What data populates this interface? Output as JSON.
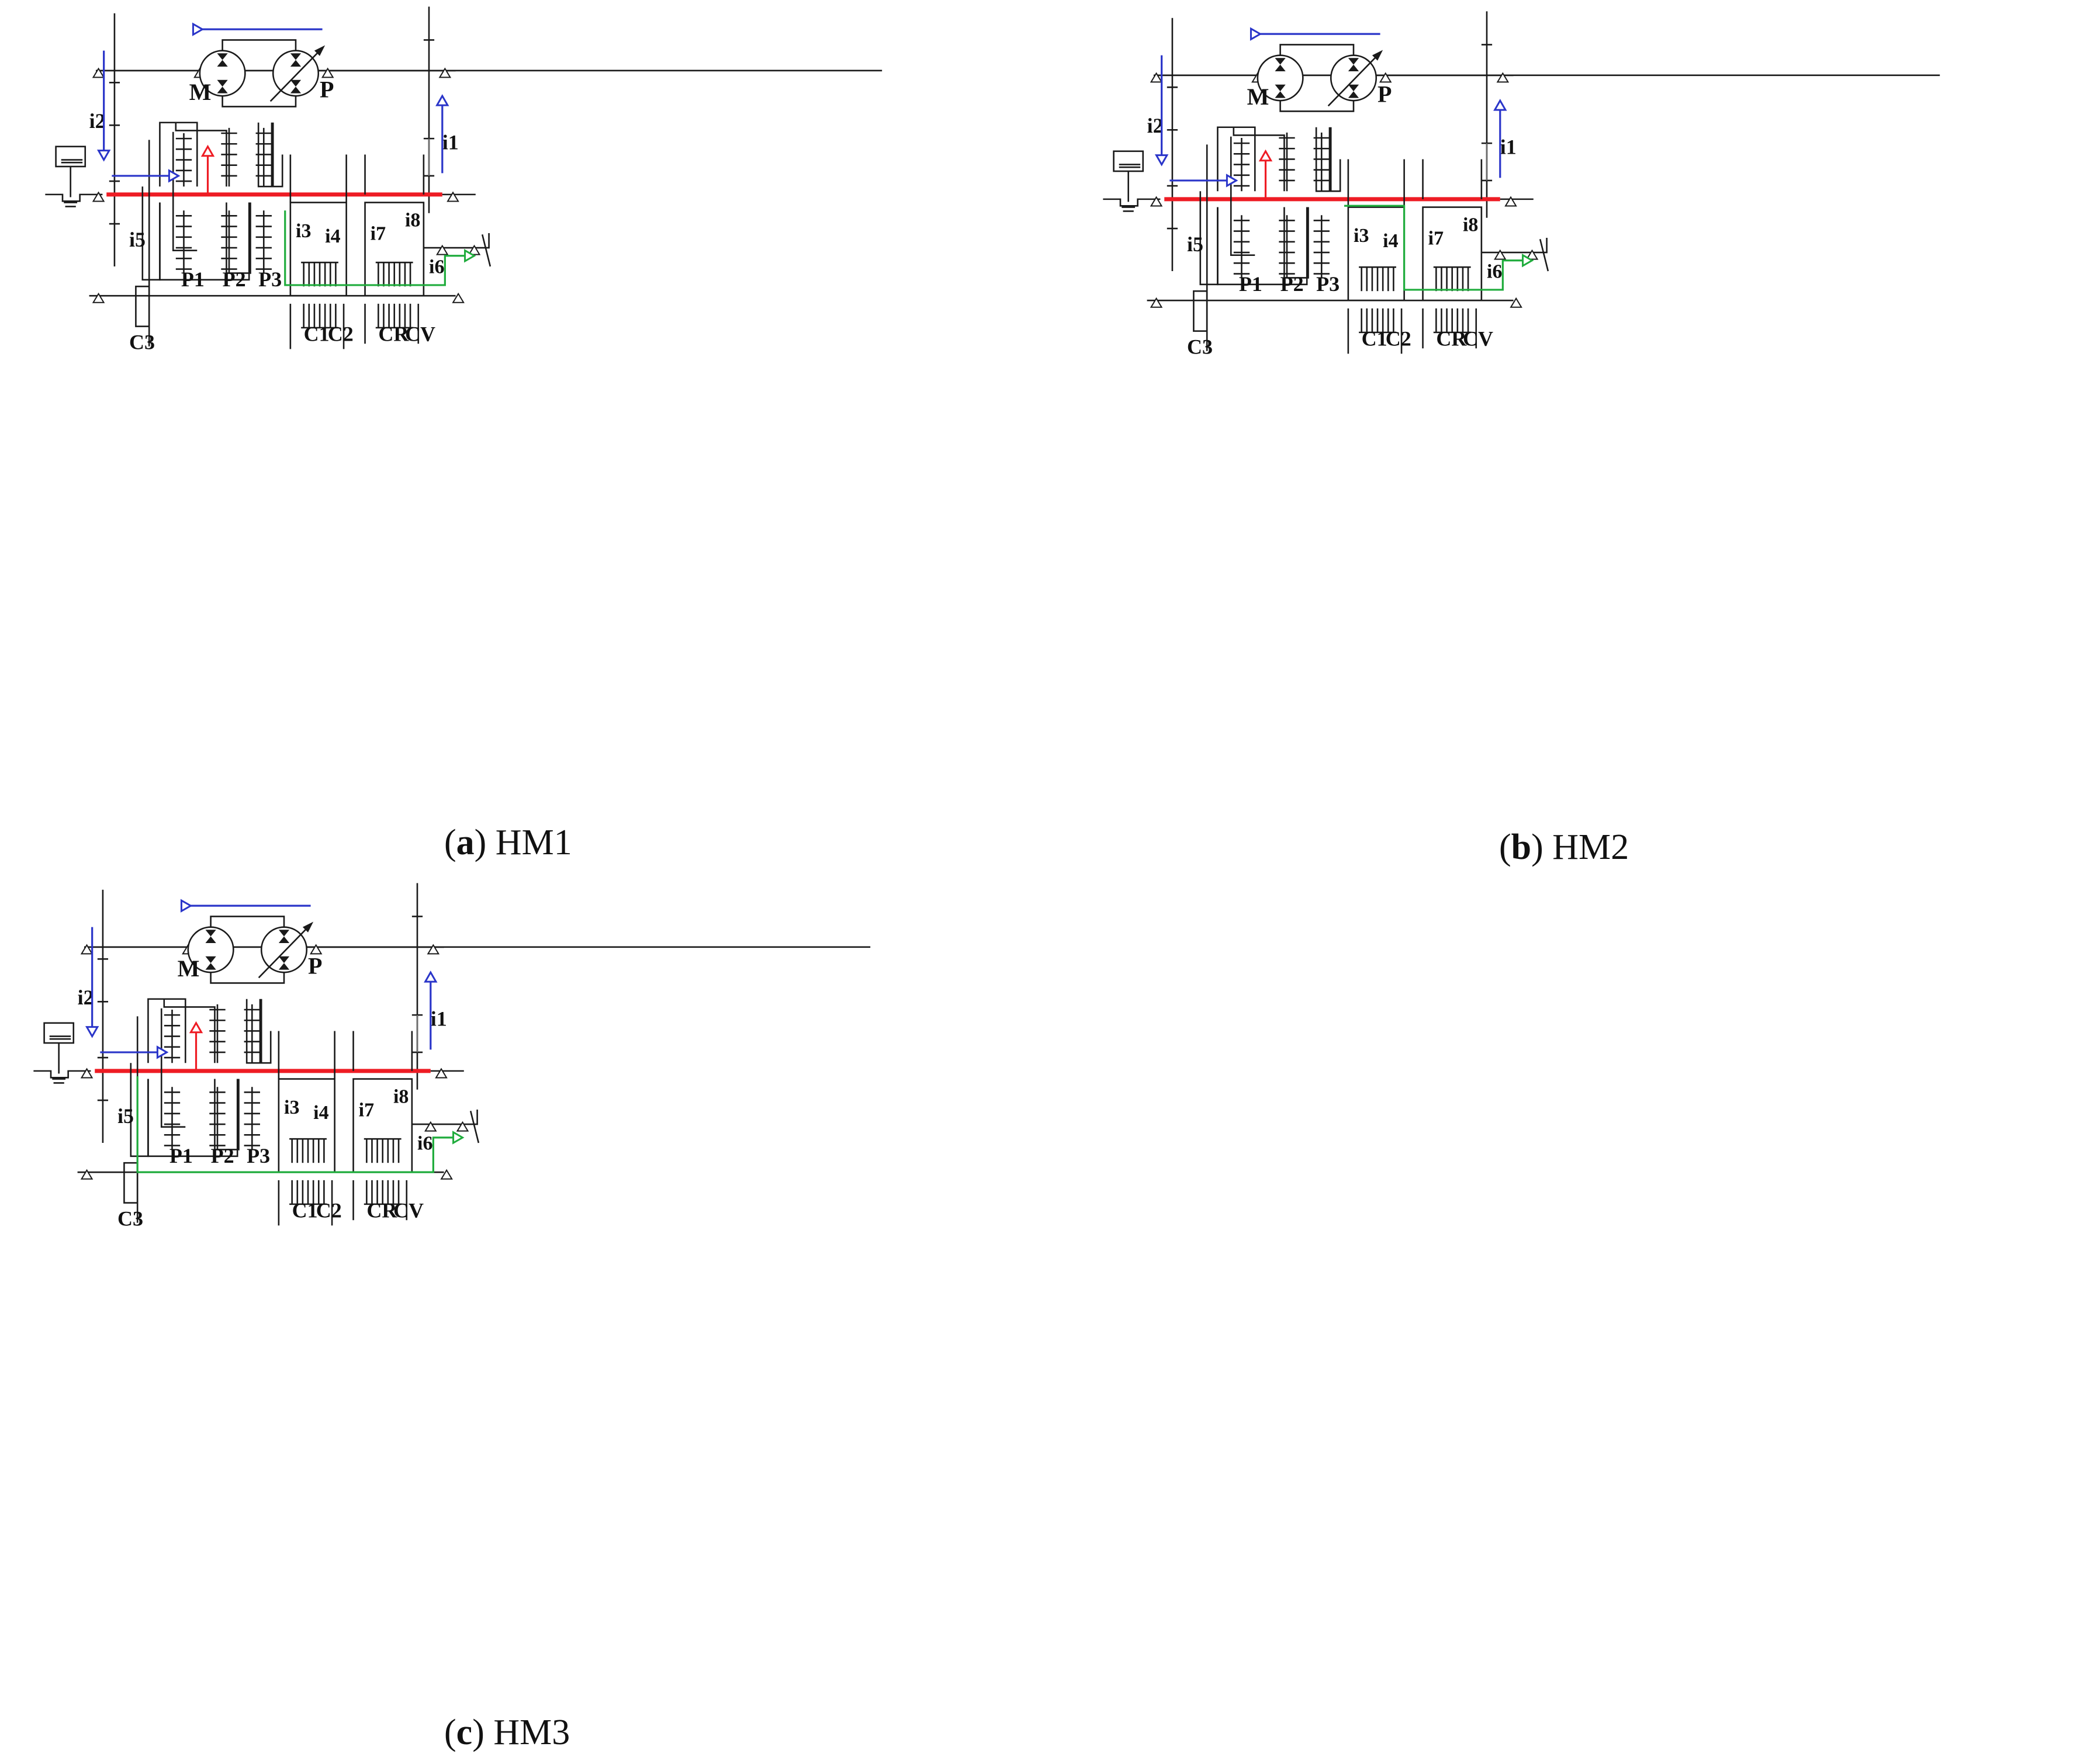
{
  "colors": {
    "line": "#1a1a1a",
    "mechanical_flow": "#ee1c24",
    "hydraulic_flow": "#2a35c9",
    "output_flow": "#1fac3c",
    "background": "#ffffff"
  },
  "labels": {
    "motor": "M",
    "pump": "P",
    "ratios": [
      "i1",
      "i2",
      "i3",
      "i4",
      "i5",
      "i6",
      "i7",
      "i8"
    ],
    "planetary": [
      "P1",
      "P2",
      "P3"
    ],
    "clutches": [
      "C1",
      "C2",
      "C3",
      "CR",
      "CV"
    ]
  },
  "panels": [
    {
      "letter": "a",
      "caption_suffix": ") HM1",
      "caption_prefix": "("
    },
    {
      "letter": "b",
      "caption_suffix": ") HM2",
      "caption_prefix": "("
    },
    {
      "letter": "c",
      "caption_suffix": ") HM3",
      "caption_prefix": "("
    }
  ],
  "icons": [
    "engine-icon",
    "motor-icon",
    "variable-pump-icon",
    "clutch-icon",
    "bearing-icon"
  ]
}
